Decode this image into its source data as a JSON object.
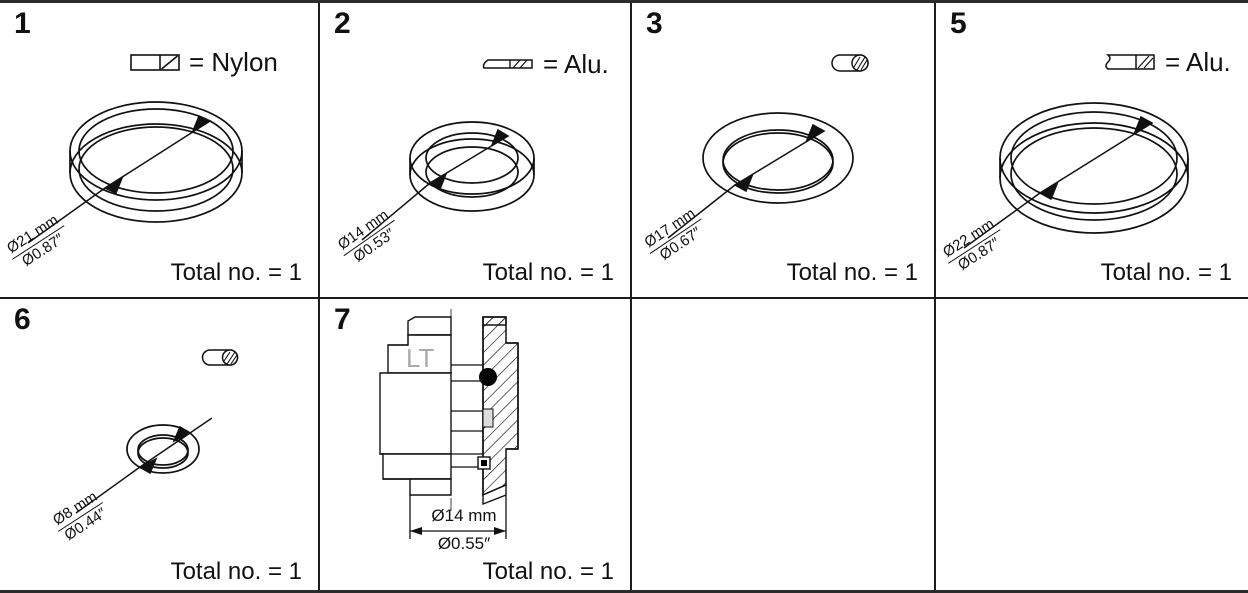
{
  "sheet": {
    "title": "Spare parts diagram sheet",
    "columns": 4,
    "rows": 2,
    "line_color": "#1c1c1c",
    "background": "#ffffff"
  },
  "cells": [
    {
      "number": "1",
      "part_type": "washer-ring",
      "legend": {
        "present": true,
        "icon": "nylon-section-icon",
        "text": "= Nylon"
      },
      "dimension": {
        "metric": "Ø21 mm",
        "imperial": "Ø0.87″",
        "orientation": "diagonal"
      },
      "total_label": "Total no. = 1",
      "ring": {
        "size": "large"
      }
    },
    {
      "number": "2",
      "part_type": "washer-ring",
      "legend": {
        "present": true,
        "icon": "alu-flat-section-icon",
        "text": "= Alu."
      },
      "dimension": {
        "metric": "Ø14 mm",
        "imperial": "Ø0.53″",
        "orientation": "diagonal"
      },
      "total_label": "Total no. = 1",
      "ring": {
        "size": "medium"
      }
    },
    {
      "number": "3",
      "part_type": "flat-washer",
      "legend": {
        "present": true,
        "icon": "oring-capsule-icon",
        "text": ""
      },
      "dimension": {
        "metric": "Ø17 mm",
        "imperial": "Ø0.67″",
        "orientation": "diagonal"
      },
      "total_label": "Total no. = 1",
      "ring": {
        "size": "flat"
      }
    },
    {
      "number": "5",
      "part_type": "washer-ring",
      "legend": {
        "present": true,
        "icon": "alu-break-section-icon",
        "text": "= Alu."
      },
      "dimension": {
        "metric": "Ø22 mm",
        "imperial": "Ø0.87″",
        "orientation": "diagonal"
      },
      "total_label": "Total no. = 1",
      "ring": {
        "size": "xlarge"
      }
    },
    {
      "number": "6",
      "part_type": "flat-washer",
      "legend": {
        "present": true,
        "icon": "oring-capsule-icon",
        "text": ""
      },
      "dimension": {
        "metric": "Ø8 mm",
        "imperial": "Ø0.44″",
        "orientation": "diagonal"
      },
      "total_label": "Total no. = 1",
      "ring": {
        "size": "small"
      }
    },
    {
      "number": "7",
      "part_type": "threaded-fitting",
      "legend": {
        "present": false,
        "icon": "",
        "text": ""
      },
      "dimension": {
        "metric": "Ø14 mm",
        "imperial": "Ø0.55″",
        "orientation": "horizontal"
      },
      "total_label": "Total no. = 1",
      "fitting": {
        "body_marking": "LT"
      }
    },
    {
      "number": "",
      "part_type": "empty",
      "legend": {
        "present": false,
        "icon": "",
        "text": ""
      },
      "dimension": {
        "metric": "",
        "imperial": "",
        "orientation": ""
      },
      "total_label": "",
      "ring": {}
    },
    {
      "number": "",
      "part_type": "empty",
      "legend": {
        "present": false,
        "icon": "",
        "text": ""
      },
      "dimension": {
        "metric": "",
        "imperial": "",
        "orientation": ""
      },
      "total_label": "",
      "ring": {}
    }
  ]
}
